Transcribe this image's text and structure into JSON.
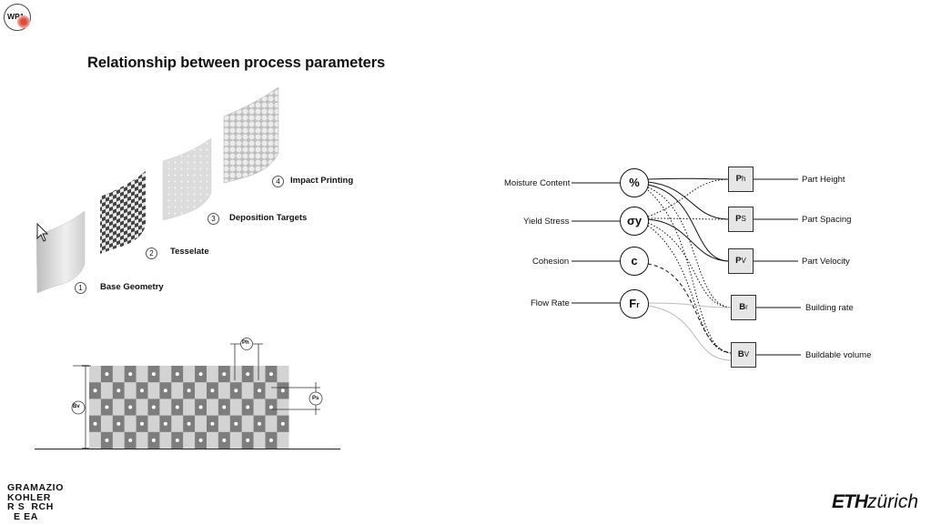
{
  "badge": {
    "label": "WP1"
  },
  "title": "Relationship between process parameters",
  "steps": [
    {
      "num": "1",
      "label": "Base Geometry"
    },
    {
      "num": "2",
      "label": "Tesselate"
    },
    {
      "num": "3",
      "label": "Deposition Targets"
    },
    {
      "num": "4",
      "label": "Impact Printing"
    }
  ],
  "section_labels": {
    "bv": "Bv",
    "ph": "Ph",
    "ps": "Ps"
  },
  "inputs": [
    {
      "label": "Moisture Content",
      "symbol": "%"
    },
    {
      "label": "Yield Stress",
      "symbol": "σy"
    },
    {
      "label": "Cohesion",
      "symbol": "c"
    },
    {
      "label": "Flow Rate",
      "symbol": "F",
      "sub": "r"
    }
  ],
  "outputs": [
    {
      "symbol": "P",
      "sub": "h",
      "label": "Part Height"
    },
    {
      "symbol": "P",
      "sub": "S",
      "label": "Part Spacing"
    },
    {
      "symbol": "P",
      "sub": "V",
      "label": "Part Velocity"
    },
    {
      "symbol": "B",
      "sub": "r",
      "label": "Building rate"
    },
    {
      "symbol": "B",
      "sub": "V",
      "label": "Buildable volume"
    }
  ],
  "logos": {
    "left_lines": [
      "GRAMAZIO",
      "KOHLER",
      "R S  RCH",
      "  E EA"
    ],
    "eth": "ETH",
    "zurich": "zürich"
  },
  "colors": {
    "badge_accent": "#e24a3a",
    "param_fill": "#e6e6e6",
    "checker_dark": "#7d7d7d",
    "checker_light": "#d3d3d3"
  }
}
